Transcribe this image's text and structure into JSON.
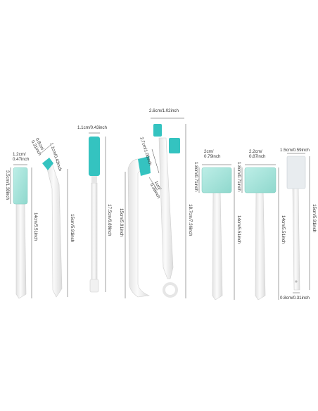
{
  "colors": {
    "background": "#ffffff",
    "handle": "#f1f1f1",
    "handle_edge": "#cfcfcf",
    "sponge": "#a9e3db",
    "bristles": "#34c3c0",
    "felt": "#e8ecef",
    "dimension_line": "#444444"
  },
  "labels": {
    "b1_w": "1.2cm/\n0.47inch",
    "b1_h": "3.5cm/1.38inch",
    "b1_len": "14cm/5.51inch",
    "b2_tip": "0.8cm/\n0.31inch",
    "b2_head": "1.1cm/0.43inch",
    "b2_len": "15cm/5.91inch",
    "b3_w": "1.1cm/0.43inch",
    "b3_len": "17.5cm/6.89inch",
    "b4_head": "2.7cm/1.06inch",
    "b4_tip": "1cm/\n0.39inch",
    "b4_len": "15cm/5.91inch",
    "b5_w": "2.6cm/1.02inch",
    "b5_len": "18.7cm/7.36inch",
    "b6_w": "2cm/\n0.79inch",
    "b6_h": "1.8cm/0.71inch",
    "b6_len": "14cm/5.51inch",
    "b7_w": "2.2cm/\n0.87inch",
    "b7_h": "1.8cm/0.71inch",
    "b7_len": "14cm/5.51inch",
    "b8_w": "1.5cm/0.59inch",
    "b8_len": "15cm/5.91inch",
    "b8_bottom": "0.8cm/0.31inch"
  }
}
